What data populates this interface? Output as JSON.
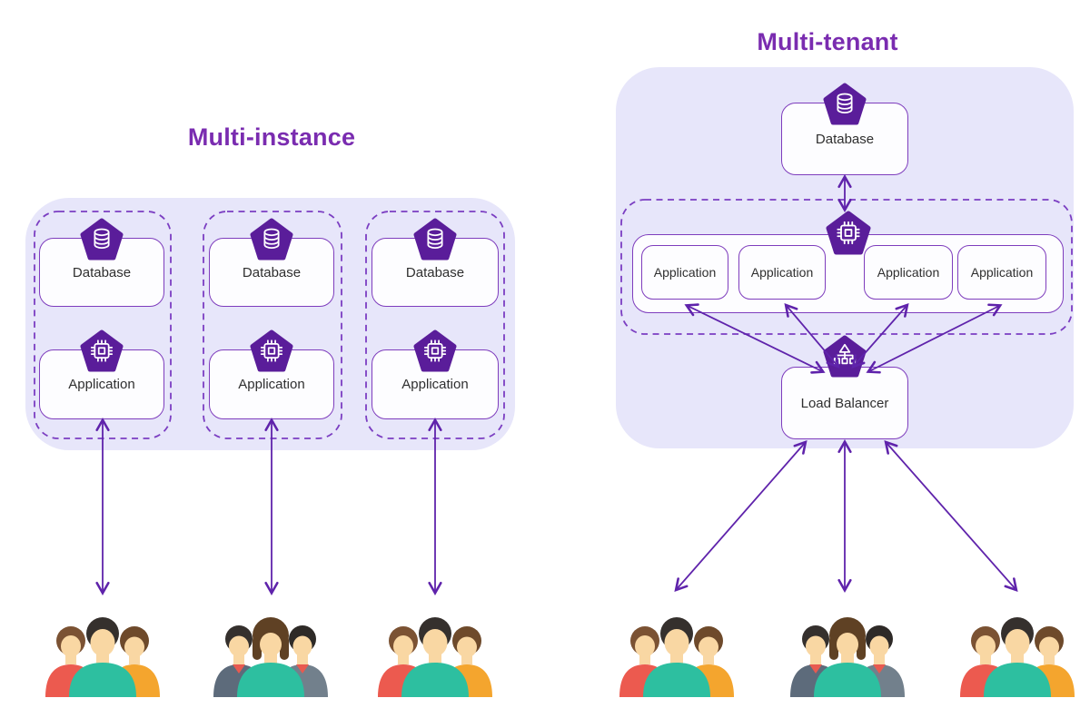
{
  "titles": {
    "left": "Multi-instance",
    "right": "Multi-tenant"
  },
  "left_panel": {
    "name": "multi-instance",
    "instances": [
      {
        "database_label": "Database",
        "application_label": "Application"
      },
      {
        "database_label": "Database",
        "application_label": "Application"
      },
      {
        "database_label": "Database",
        "application_label": "Application"
      }
    ]
  },
  "right_panel": {
    "name": "multi-tenant",
    "database_label": "Database",
    "application_labels": [
      "Application",
      "Application",
      "Application",
      "Application"
    ],
    "load_balancer_label": "Load Balancer"
  },
  "icons": {
    "database": "database-cylinder-in-pentagon",
    "application": "chip-in-pentagon",
    "load_balancer": "load-balancer-in-pentagon",
    "users": "three-person-user-group"
  },
  "colors": {
    "title": "#7a2cb0",
    "pentagon": "#5a1d9a",
    "box_border": "#7e3dbd",
    "dashed_border": "#7b3ec2",
    "arrow": "#5f23ab",
    "panel_bg": "#e7e6fa",
    "label_text": "#2f2f2f"
  }
}
